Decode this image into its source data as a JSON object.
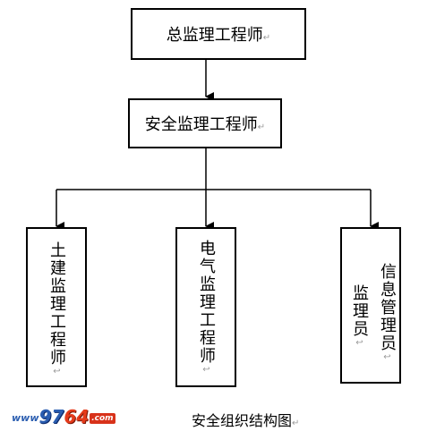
{
  "nodes": {
    "chief": {
      "label": "总监理工程师"
    },
    "safety": {
      "label": "安全监理工程师"
    },
    "civil": {
      "label": "土建监理工程师"
    },
    "electrical": {
      "label": "电气监理工程师"
    },
    "info": {
      "col1": "信息管理员",
      "col2": "监理员"
    }
  },
  "mark": "↵",
  "mark_alt": "↩",
  "caption": "安全组织结构图",
  "watermark": {
    "prefix": "www",
    "num_a": "97",
    "num_b": "64",
    "suffix": ".com"
  },
  "colors": {
    "line": "#000000",
    "mark": "#9a9a9a",
    "watermark_blue": "#2a5db0",
    "watermark_red": "#e53a1a"
  }
}
